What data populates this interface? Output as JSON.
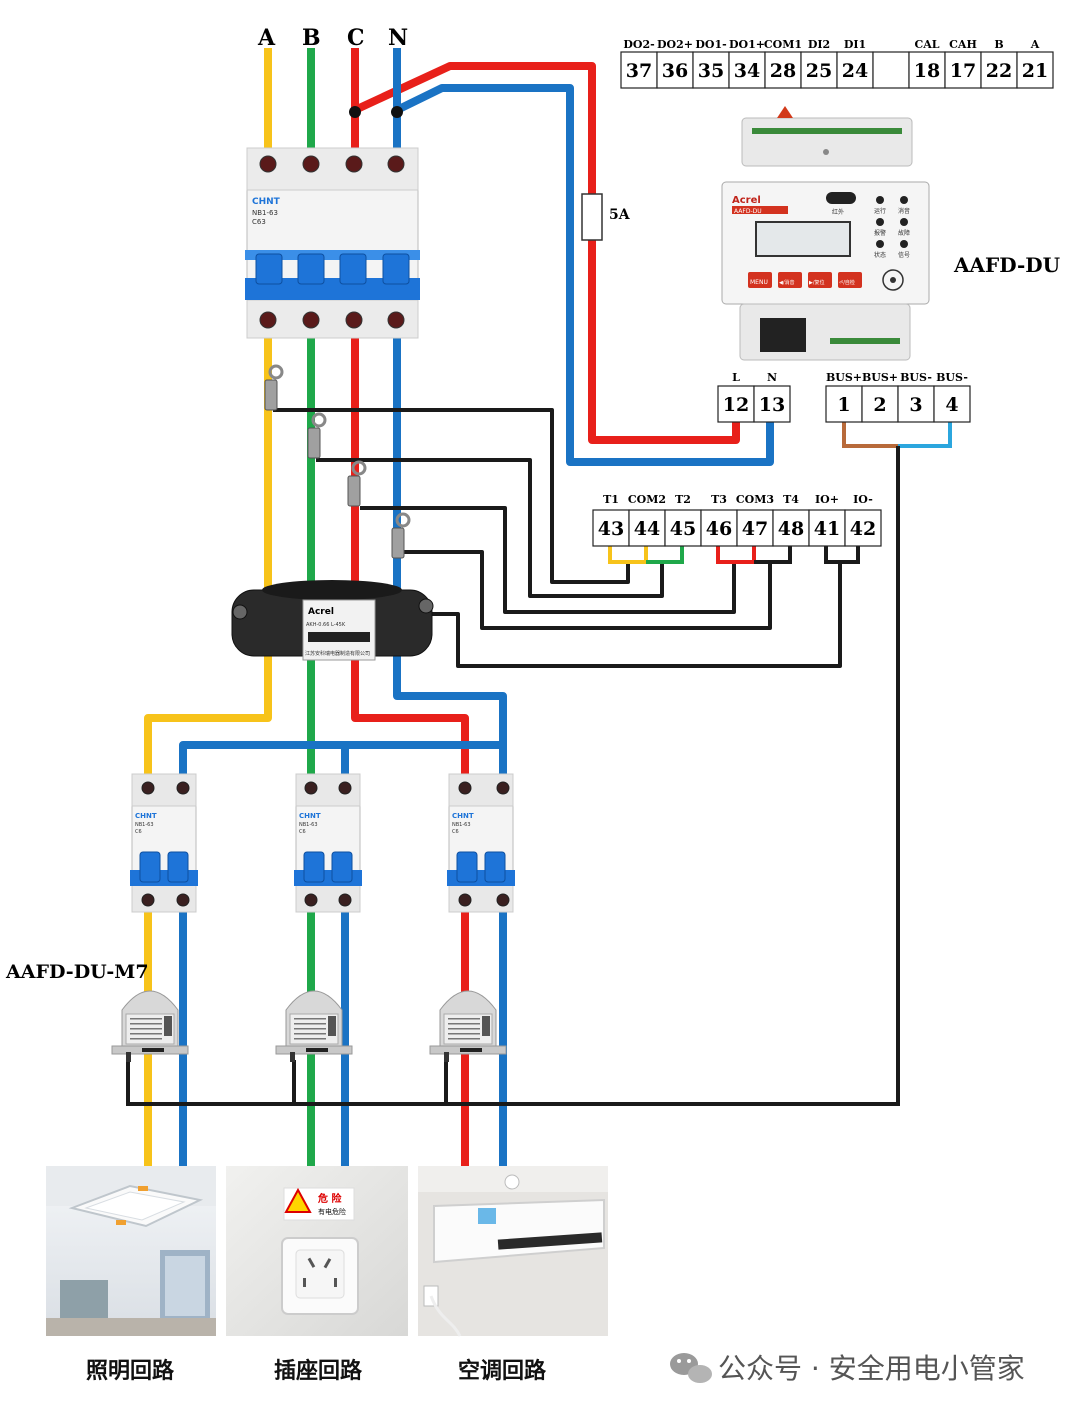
{
  "phases": [
    "A",
    "B",
    "C",
    "N"
  ],
  "fuse_label": "5A",
  "device_title": "AAFD-DU",
  "sensor_title": "AAFD-DU-M7",
  "top_terminals": {
    "names": [
      "DO2-",
      "DO2+",
      "DO1-",
      "DO1+",
      "COM1",
      "DI2",
      "DI1",
      "",
      "CAL",
      "CAH",
      "B",
      "A"
    ],
    "numbers": [
      "37",
      "36",
      "35",
      "34",
      "28",
      "25",
      "24",
      "",
      "18",
      "17",
      "22",
      "21"
    ]
  },
  "power_terminals": {
    "names": [
      "L",
      "N"
    ],
    "numbers": [
      "12",
      "13"
    ]
  },
  "bus_terminals": {
    "names": [
      "BUS+",
      "BUS+",
      "BUS-",
      "BUS-"
    ],
    "numbers": [
      "1",
      "2",
      "3",
      "4"
    ]
  },
  "temp_terminals": {
    "names": [
      "T1",
      "COM2",
      "T2",
      "T3",
      "COM3",
      "T4",
      "IO+",
      "IO-"
    ],
    "numbers": [
      "43",
      "44",
      "45",
      "46",
      "47",
      "48",
      "41",
      "42"
    ]
  },
  "device_face": {
    "brand": "Acrel",
    "model": "AAFD-DU",
    "ir_label": "红外",
    "indicators": [
      "运行",
      "消音",
      "报警",
      "故障",
      "状态",
      "信号"
    ],
    "buttons": [
      "MENU",
      "◀/消音",
      "▶/复位",
      "⏎/自检"
    ]
  },
  "breaker_text": {
    "brand": "CHNT",
    "main_model": "NB1-63",
    "main_rating": "C63",
    "branch_model": "NB1-63",
    "branch_rating": "C6"
  },
  "ct_text": {
    "brand": "Acrel",
    "model": "AKH-0.66 L-45K",
    "maker": "江苏安科瑞电器制造有限公司"
  },
  "loads": [
    {
      "caption": "照明回路"
    },
    {
      "caption": "插座回路",
      "sign_title": "危 险",
      "sign_sub": "有电危险"
    },
    {
      "caption": "空调回路"
    }
  ],
  "watermark": "公众号 · 安全用电小管家",
  "colors": {
    "phase_a": "#F7C31A",
    "phase_b": "#1FA84A",
    "phase_c": "#E8201A",
    "neutral": "#1A73C4",
    "signal": "#1a1a1a",
    "bus_pos": "#B86A3A",
    "bus_neg": "#2BA6DE",
    "breaker_blue": "#1E74D8"
  }
}
